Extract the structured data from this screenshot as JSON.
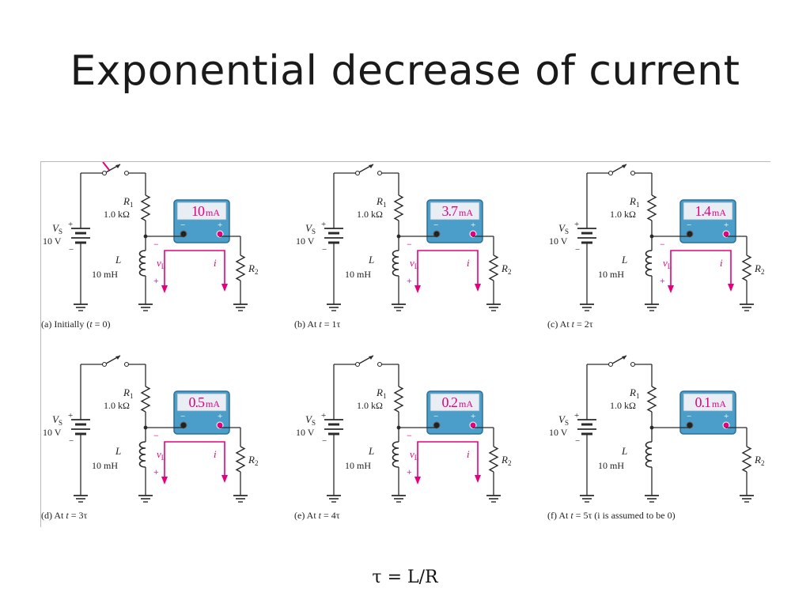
{
  "slide": {
    "title": "Exponential decrease of current",
    "formula": "τ = L/R"
  },
  "panels": [
    {
      "reading": "10",
      "caption_letter": "(a)",
      "caption": "Initially (",
      "caption_var": "t",
      "caption_tail": " = 0)",
      "current_flows": true
    },
    {
      "reading": "3.7",
      "caption_letter": "(b)",
      "caption": "At ",
      "caption_var": "t",
      "caption_tail": " = 1τ",
      "current_flows": true
    },
    {
      "reading": "1.4",
      "caption_letter": "(c)",
      "caption": "At ",
      "caption_var": "t",
      "caption_tail": " = 2τ",
      "current_flows": true
    },
    {
      "reading": "0.5",
      "caption_letter": "(d)",
      "caption": "At ",
      "caption_var": "t",
      "caption_tail": " = 3τ",
      "current_flows": true
    },
    {
      "reading": "0.2",
      "caption_letter": "(e)",
      "caption": "At ",
      "caption_var": "t",
      "caption_tail": " = 4τ",
      "current_flows": true
    },
    {
      "reading": "0.1",
      "caption_letter": "(f)",
      "caption": "At ",
      "caption_var": "t",
      "caption_tail": " = 5τ (i is assumed to be 0)",
      "current_flows": false
    }
  ],
  "labels": {
    "source_sym": "V",
    "source_sub": "S",
    "source_value": "10 V",
    "r1_sym": "R",
    "r1_sub": "1",
    "r1_value": "1.0 kΩ",
    "l_sym": "L",
    "l_value": "10 mH",
    "r2_sym": "R",
    "r2_sub": "2",
    "vl_sym": "v",
    "vl_sub": "L",
    "i_sym": "i",
    "unit": "mA",
    "plus": "+",
    "minus": "−"
  },
  "colors": {
    "magenta": "#e6007e",
    "meter_body": "#4a9ec9",
    "meter_bezel": "#2d6f95",
    "display_bg": "#e8eef4",
    "wire": "#2a2a2a"
  }
}
